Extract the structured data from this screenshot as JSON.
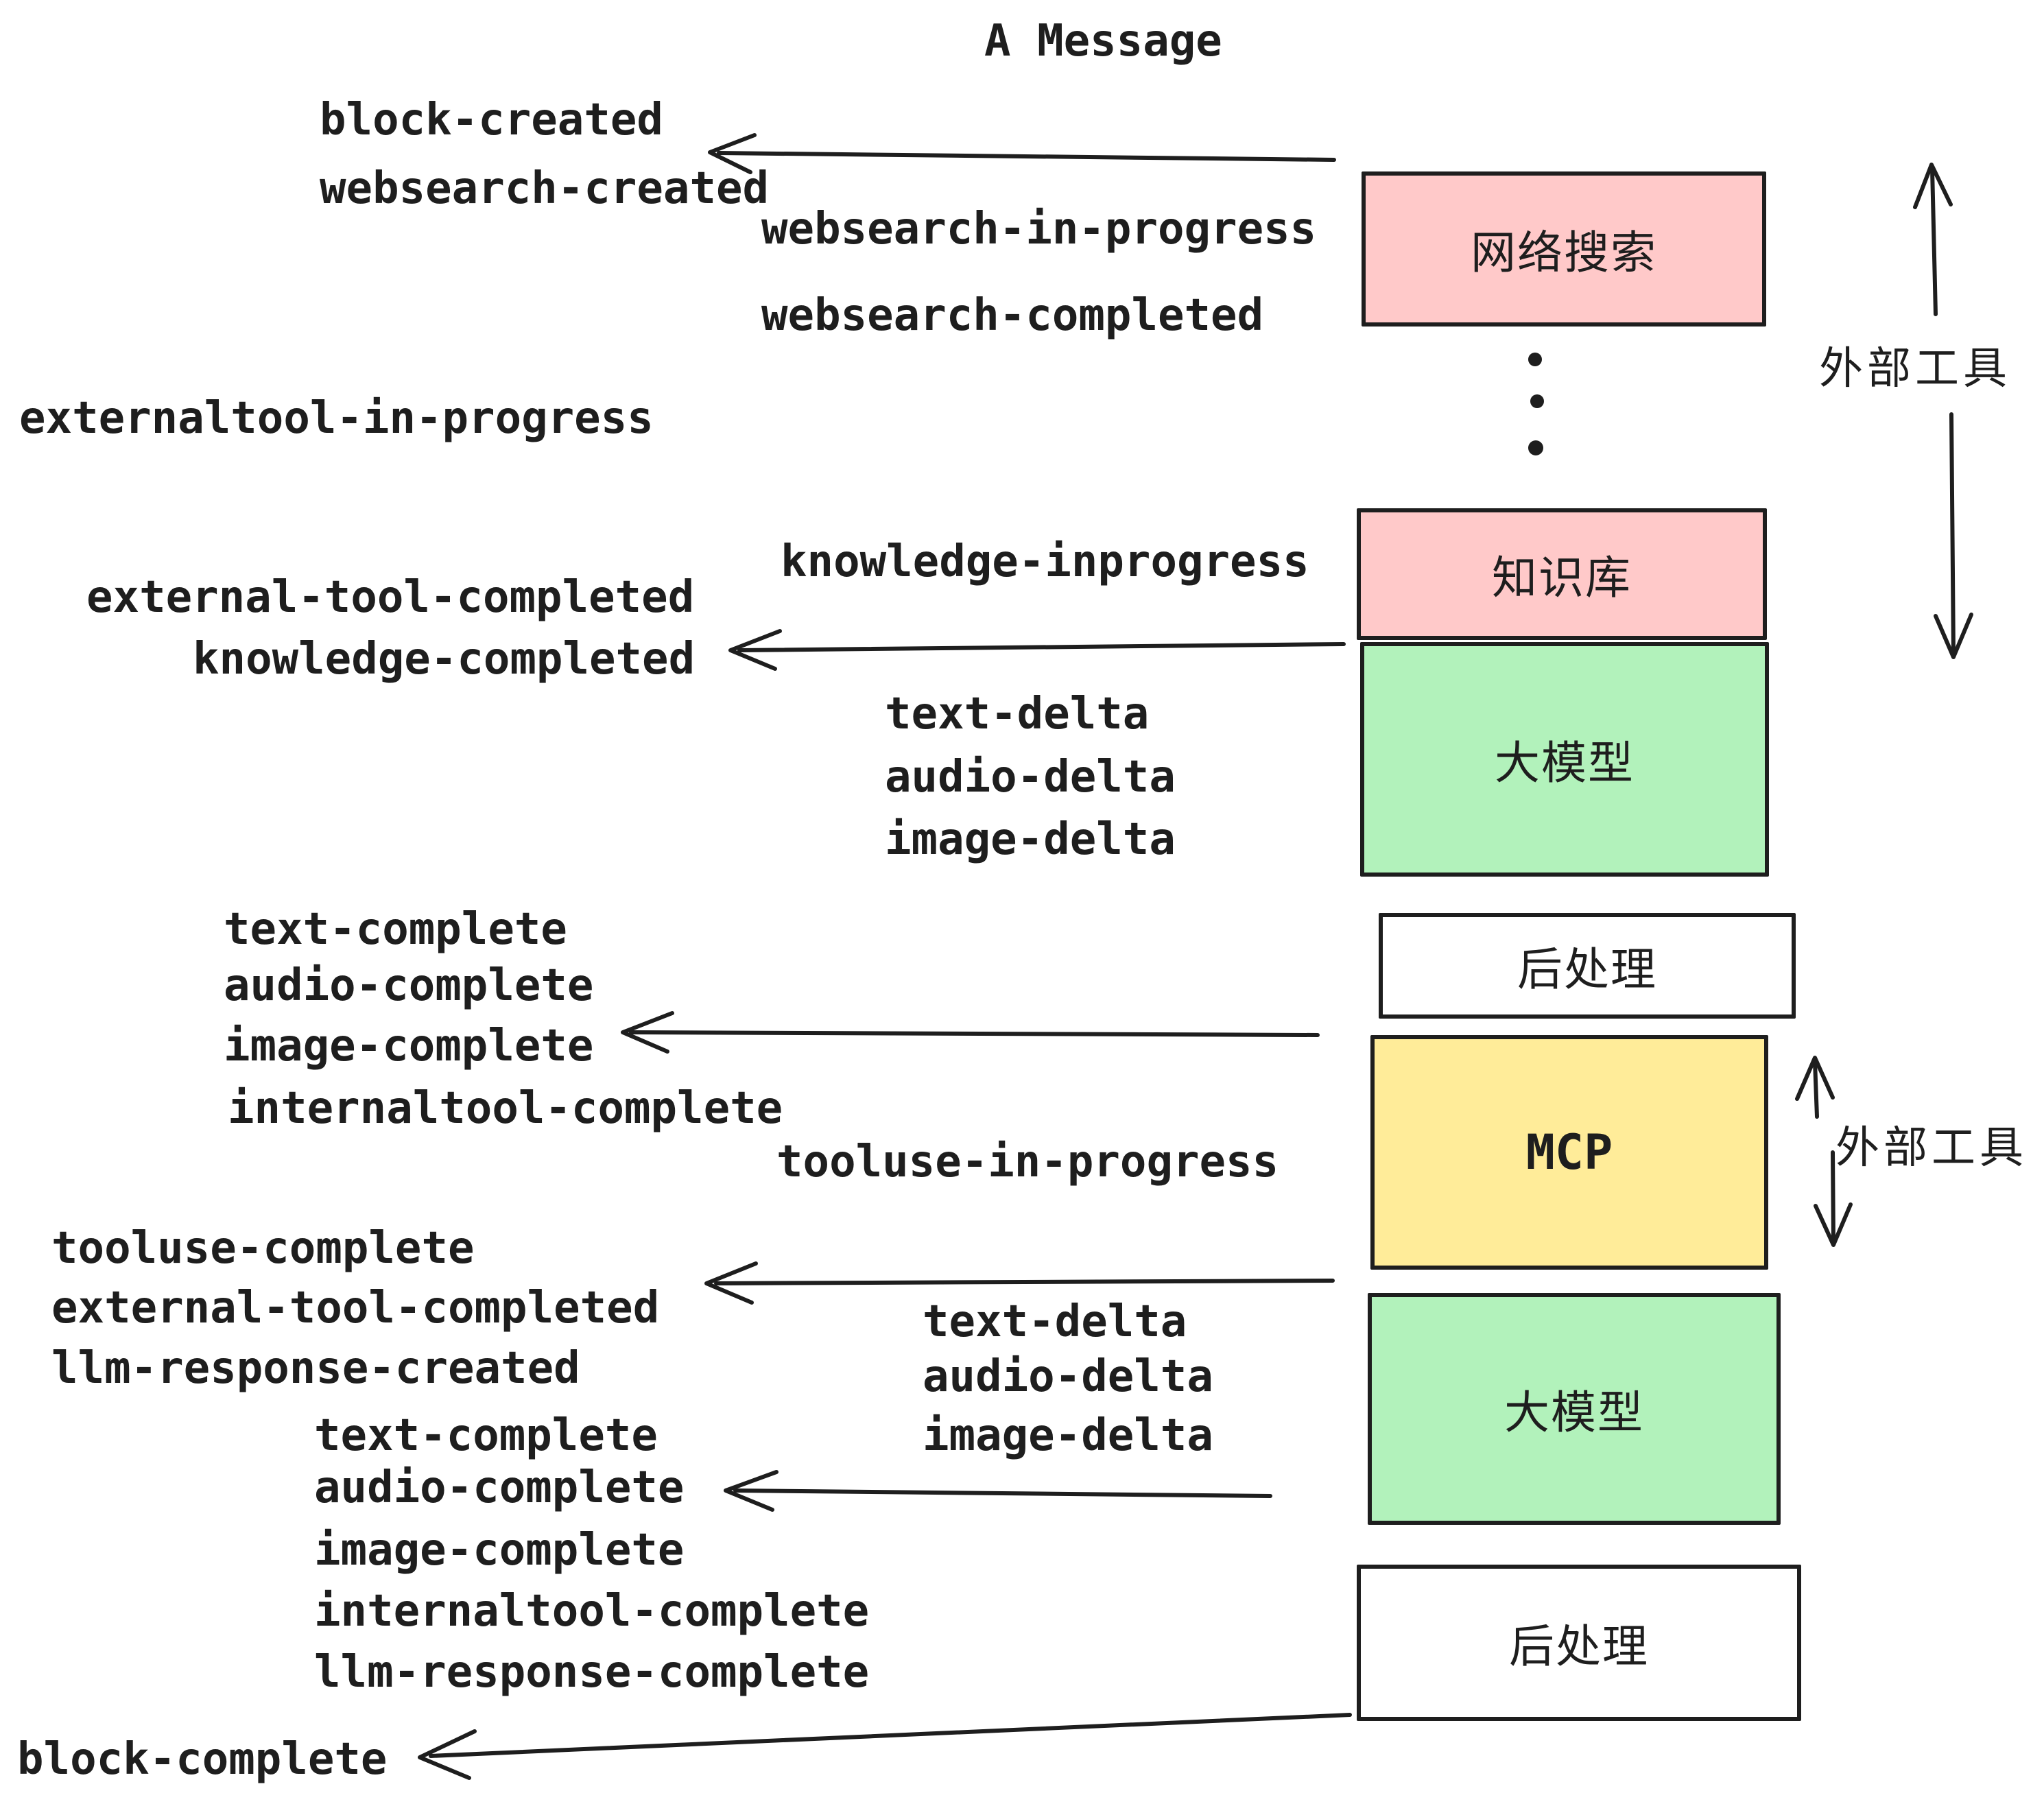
{
  "title": "A Message",
  "palette": {
    "ink": "#1e1e1e",
    "pink": "#ffc9c9",
    "green": "#b2f2bb",
    "yellow": "#ffec99",
    "white": "#ffffff"
  },
  "events": {
    "block_created": "block-created",
    "websearch_created": "websearch-created",
    "websearch_in_progress": "websearch-in-progress",
    "websearch_completed": "websearch-completed",
    "externaltool_in_progress": "externaltool-in-progress",
    "knowledge_inprogress": "knowledge-inprogress",
    "external_tool_completed": "external-tool-completed",
    "knowledge_completed": "knowledge-completed",
    "text_delta": "text-delta",
    "audio_delta": "audio-delta",
    "image_delta": "image-delta",
    "text_complete": "text-complete",
    "audio_complete": "audio-complete",
    "image_complete": "image-complete",
    "internaltool_complete": "internaltool-complete",
    "tooluse_in_progress": "tooluse-in-progress",
    "tooluse_complete": "tooluse-complete",
    "llm_response_created": "llm-response-created",
    "llm_response_complete": "llm-response-complete",
    "block_complete": "block-complete"
  },
  "boxes": {
    "websearch": "网络搜索",
    "knowledge": "知识库",
    "llm": "大模型",
    "post": "后处理",
    "mcp": "MCP"
  },
  "annotations": {
    "external_tools": "外部工具"
  }
}
